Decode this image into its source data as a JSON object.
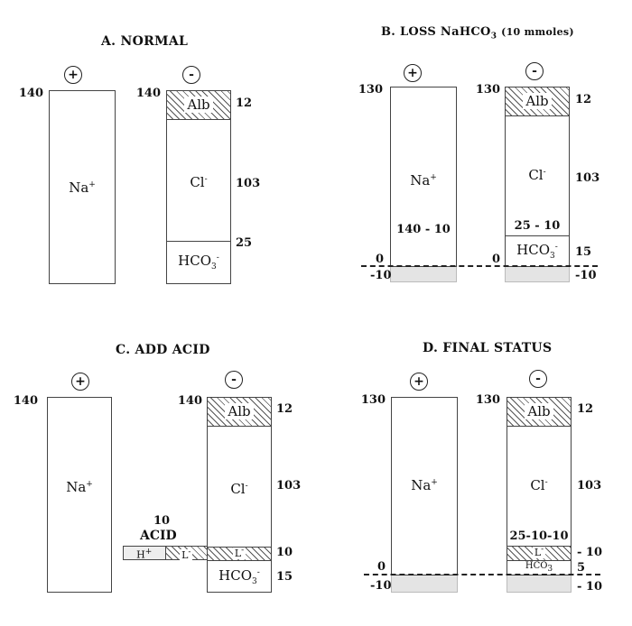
{
  "panelA": {
    "title": "A. NORMAL",
    "plus": "+",
    "minus": "-",
    "na_left_value": "140",
    "na_label": "Na",
    "na_charge": "+",
    "anion_top_value": "140",
    "alb_label": "Alb",
    "alb_value": "12",
    "cl_label": "Cl",
    "cl_charge": "-",
    "cl_value": "103",
    "hco3_label": "HCO",
    "hco3_sub": "3",
    "hco3_charge": "-",
    "hco3_value": "25"
  },
  "panelB": {
    "title": "B. LOSS NaHCO",
    "title_sub": "3",
    "title_note": "(10 mmoles)",
    "plus": "+",
    "minus": "-",
    "na_left_value": "130",
    "na_label": "Na",
    "na_charge": "+",
    "na_calc": "140 - 10",
    "anion_top_value": "130",
    "alb_label": "Alb",
    "alb_value": "12",
    "cl_label": "Cl",
    "cl_charge": "-",
    "cl_value": "103",
    "hco3_calc": "25 - 10",
    "hco3_label": "HCO",
    "hco3_sub": "3",
    "hco3_charge": "-",
    "hco3_value": "15",
    "zero_left": "0",
    "zero_mid": "0",
    "neg_left": "-10",
    "neg_right": "-10"
  },
  "panelC": {
    "title": "C. ADD ACID",
    "plus": "+",
    "minus": "-",
    "na_left_value": "140",
    "na_label": "Na",
    "na_charge": "+",
    "anion_top_value": "140",
    "alb_label": "Alb",
    "alb_value": "12",
    "cl_label": "Cl",
    "cl_charge": "-",
    "cl_value": "103",
    "acid_amount": "10",
    "acid_label": "ACID",
    "acid_h": "H",
    "acid_h_charge": "+",
    "acid_l": "L",
    "acid_l_charge": "-",
    "lac_label": "L",
    "lac_charge": "-",
    "lac_value": "10",
    "hco3_label": "HCO",
    "hco3_sub": "3",
    "hco3_charge": "-",
    "hco3_value": "15"
  },
  "panelD": {
    "title": "D. FINAL STATUS",
    "plus": "+",
    "minus": "-",
    "na_left_value": "130",
    "na_label": "Na",
    "na_charge": "+",
    "anion_top_value": "130",
    "alb_label": "Alb",
    "alb_value": "12",
    "cl_label": "Cl",
    "cl_charge": "-",
    "cl_value": "103",
    "hco3_calc": "25-10-10",
    "lac_label": "L",
    "lac_charge": "-",
    "lac_value": "- 10",
    "hco3_label": "HCO",
    "hco3_sub": "3",
    "hco3_value": "5",
    "zero_left": "0",
    "neg_left": "-10",
    "neg_right": "- 10"
  }
}
